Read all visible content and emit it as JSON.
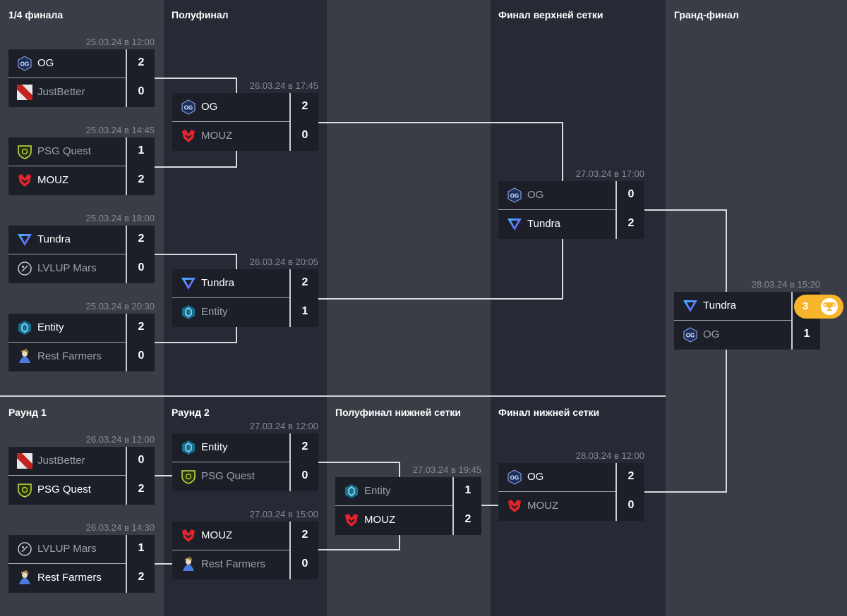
{
  "headers": {
    "quarterfinal": "1/4 финала",
    "semifinal": "Полуфинал",
    "upper_final": "Финал верхней сетки",
    "grand_final": "Гранд-финал",
    "lower_r1": "Раунд 1",
    "lower_r2": "Раунд 2",
    "lower_semifinal": "Полуфинал нижней сетки",
    "lower_final": "Финал нижней сетки"
  },
  "matches": [
    {
      "date": "25.03.24 в 12:00",
      "t1": "OG",
      "s1": "2",
      "t2": "JustBetter",
      "s2": "0",
      "l1": "og",
      "l2": "justbetter",
      "w": 1
    },
    {
      "date": "25.03.24 в 14:45",
      "t1": "PSG Quest",
      "s1": "1",
      "t2": "MOUZ",
      "s2": "2",
      "l1": "psg",
      "l2": "mouz",
      "w": 2
    },
    {
      "date": "25.03.24 в 18:00",
      "t1": "Tundra",
      "s1": "2",
      "t2": "LVLUP Mars",
      "s2": "0",
      "l1": "tundra",
      "l2": "lvlup",
      "w": 1
    },
    {
      "date": "25.03.24 в 20:30",
      "t1": "Entity",
      "s1": "2",
      "t2": "Rest Farmers",
      "s2": "0",
      "l1": "entity",
      "l2": "restfarmers",
      "w": 1
    },
    {
      "date": "26.03.24 в 17:45",
      "t1": "OG",
      "s1": "2",
      "t2": "MOUZ",
      "s2": "0",
      "l1": "og",
      "l2": "mouz",
      "w": 1
    },
    {
      "date": "26.03.24 в 20:05",
      "t1": "Tundra",
      "s1": "2",
      "t2": "Entity",
      "s2": "1",
      "l1": "tundra",
      "l2": "entity",
      "w": 1
    },
    {
      "date": "27.03.24 в 17:00",
      "t1": "OG",
      "s1": "0",
      "t2": "Tundra",
      "s2": "2",
      "l1": "og",
      "l2": "tundra",
      "w": 2
    },
    {
      "date": "28.03.24 в 15:20",
      "t1": "Tundra",
      "s1": "3",
      "t2": "OG",
      "s2": "1",
      "l1": "tundra",
      "l2": "og",
      "w": 1
    },
    {
      "date": "26.03.24 в 12:00",
      "t1": "JustBetter",
      "s1": "0",
      "t2": "PSG Quest",
      "s2": "2",
      "l1": "justbetter",
      "l2": "psg",
      "w": 2
    },
    {
      "date": "26.03.24 в 14:30",
      "t1": "LVLUP Mars",
      "s1": "1",
      "t2": "Rest Farmers",
      "s2": "2",
      "l1": "lvlup",
      "l2": "restfarmers",
      "w": 2
    },
    {
      "date": "27.03.24 в 12:00",
      "t1": "Entity",
      "s1": "2",
      "t2": "PSG Quest",
      "s2": "0",
      "l1": "entity",
      "l2": "psg",
      "w": 1
    },
    {
      "date": "27.03.24 в 15:00",
      "t1": "MOUZ",
      "s1": "2",
      "t2": "Rest Farmers",
      "s2": "0",
      "l1": "mouz",
      "l2": "restfarmers",
      "w": 1
    },
    {
      "date": "27.03.24 в 19:45",
      "t1": "Entity",
      "s1": "1",
      "t2": "MOUZ",
      "s2": "2",
      "l1": "entity",
      "l2": "mouz",
      "w": 2
    },
    {
      "date": "28.03.24 в 12:00",
      "t1": "OG",
      "s1": "2",
      "t2": "MOUZ",
      "s2": "0",
      "l1": "og",
      "l2": "mouz",
      "w": 1
    }
  ],
  "grand_final_badge": {
    "score": "3",
    "icon": "trophy-icon",
    "color": "#f7b52c"
  },
  "colors": {
    "winner_text": "#ffffff",
    "loser_text": "#9aa0aa",
    "card_bg": "#1c1f28",
    "accent": "#f7b52c"
  }
}
